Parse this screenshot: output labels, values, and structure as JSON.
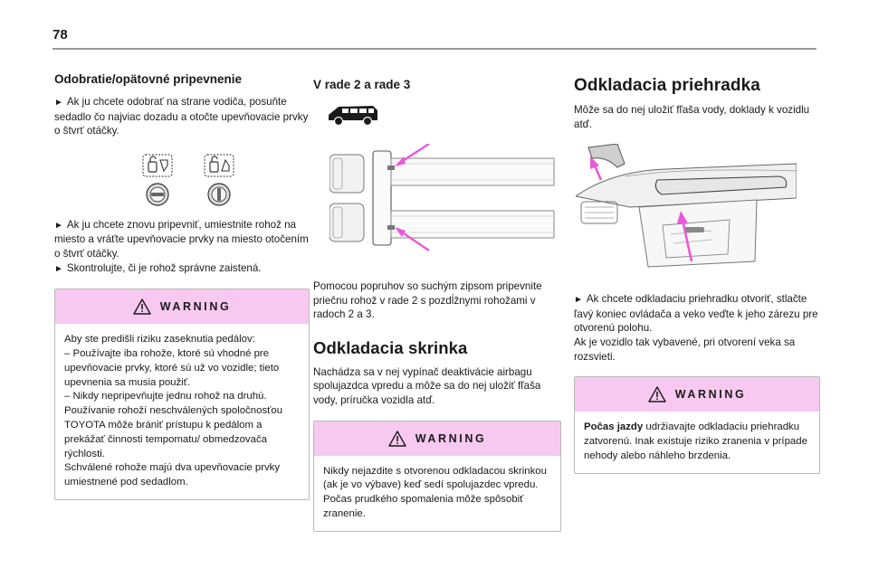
{
  "page": {
    "number": "78"
  },
  "col1": {
    "heading": "Odobratie/opätovné pripevnenie",
    "para1": "Ak ju chcete odobrať na strane vodiča, posuňte sedadlo čo najviac dozadu a otočte upevňovacie prvky o štvrť otáčky.",
    "para2": "Ak ju chcete znovu pripevniť, umiestnite rohož na miesto a vráťte upevňovacie prvky na miesto otočením o štvrť otáčky.",
    "para3": "Skontrolujte, či je rohož správne zaistená.",
    "bullet": "►",
    "warning": {
      "title": "WARNING",
      "text": "Aby ste predišli riziku zaseknutia pedálov:\n– Používajte iba rohože, ktoré sú vhodné pre upevňovacie prvky, ktoré sú už vo vozidle; tieto upevnenia sa musia použiť.\n– Nikdy nepripevňujte jednu rohož na druhú. Používanie rohoží neschválených spoločnosťou TOYOTA môže brániť prístupu k pedálom a prekážať činnosti tempomatu/ obmedzovača rýchlosti.\nSchválené rohože majú dva upevňovacie prvky umiestnené pod sedadlom."
    }
  },
  "col2": {
    "heading": "V rade 2 a rade 3",
    "para1": "Pomocou popruhov so suchým zipsom pripevnite priečnu rohož v rade 2 s pozdĺžnymi rohožami v radoch 2 a 3.",
    "section_heading": "Odkladacia skrinka",
    "para2": "Nachádza sa v nej vypínač deaktivácie airbagu spolujazdca vpredu a môže sa do nej uložiť fľaša vody, príručka vozidla atď.",
    "warning": {
      "title": "WARNING",
      "text": "Nikdy nejazdite s otvorenou odkladacou skrinkou (ak je vo výbave) keď sedí spolujazdec vpredu. Počas prudkého spomalenia môže spôsobiť zranenie."
    }
  },
  "col3": {
    "heading": "Odkladacia priehradka",
    "para1": "Môže sa do nej uložiť fľaša vody, doklady k vozidlu atď.",
    "para2": "Ak chcete odkladaciu priehradku otvoriť, stlačte ľavý koniec ovládača a veko veďte k jeho zárezu pre otvorenú polohu.\nAk je vozidlo tak vybavené, pri otvorení veka sa rozsvieti.",
    "bullet": "►",
    "warning": {
      "title": "WARNING",
      "bold_lead": "Počas jazdy",
      "text": " udržiavajte odkladaciu priehradku zatvorenú. Inak existuje riziko zranenia v prípade nehody alebo náhleho brzdenia."
    }
  },
  "colors": {
    "warning_header": "#f7c9f0",
    "arrow_magenta": "#e85ad8"
  },
  "icons": [
    "warning-triangle-icon",
    "bullet-arrow-icon"
  ]
}
